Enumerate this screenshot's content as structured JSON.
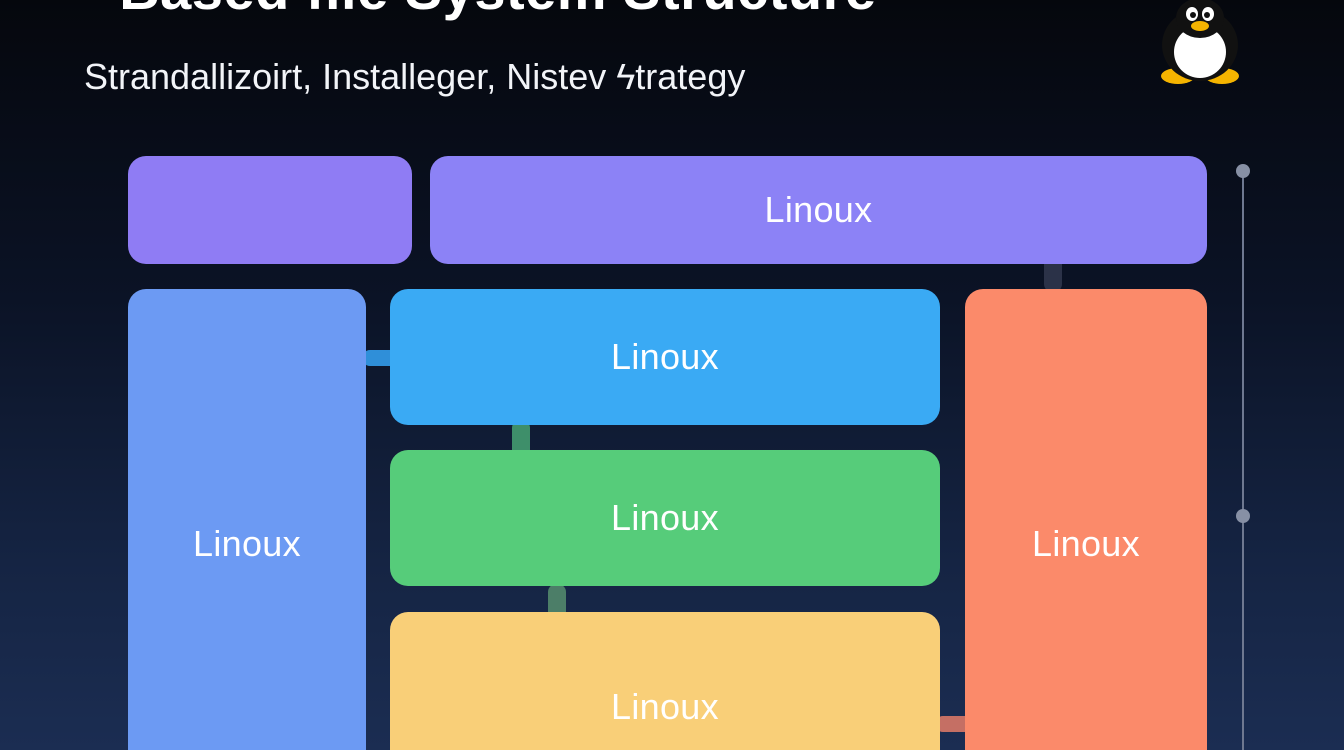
{
  "header": {
    "title": "- Based file System Structure",
    "subtitle": "Strandallizoirt, Installeger, Nistev ϟtrategy"
  },
  "logo": {
    "icon": "tux-penguin-icon"
  },
  "blocks": {
    "top_left": {
      "label": "",
      "color": "#8f7cf4"
    },
    "top_wide": {
      "label": "Linoux",
      "color": "#8c82f6"
    },
    "left_tall": {
      "label": "Linoux",
      "color": "#6c9af3"
    },
    "middle_blue": {
      "label": "Linoux",
      "color": "#3aaaf4"
    },
    "middle_green": {
      "label": "Linoux",
      "color": "#56cc7a"
    },
    "middle_yellow": {
      "label": "Linoux",
      "color": "#f9cf78"
    },
    "right_orange": {
      "label": "Linoux",
      "color": "#fb8a6a"
    }
  }
}
